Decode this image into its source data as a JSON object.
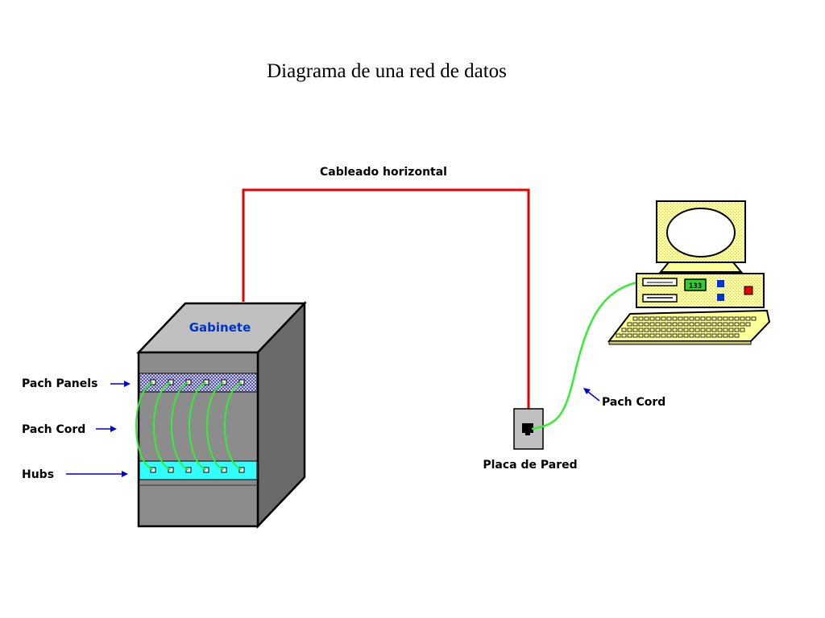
{
  "title": "Diagrama de una red de datos",
  "labels": {
    "horizontal_cabling": "Cableado horizontal",
    "cabinet": "Gabinete",
    "patch_panels": "Pach Panels",
    "patch_cord_left": "Pach Cord",
    "hubs": "Hubs",
    "patch_cord_right": "Pach Cord",
    "wall_plate": "Placa de Pared",
    "front_panel_display": "133"
  },
  "colors": {
    "horizontal_cable": "#e60000",
    "patch_cord": "#33ee33",
    "arrow": "#0000cc",
    "cabinet_front": "#8c8c8c",
    "cabinet_top": "#c0c0c0",
    "cabinet_side": "#6a6a6a",
    "cabinet_label": "#0033cc",
    "hub_strip": "#33ffff",
    "computer": "#ffff99",
    "front_display": "#33cc33",
    "indicator_blue": "#0033cc",
    "indicator_red": "#e60000"
  },
  "ports": {
    "patch_panel_count": 6,
    "hub_count": 6
  }
}
